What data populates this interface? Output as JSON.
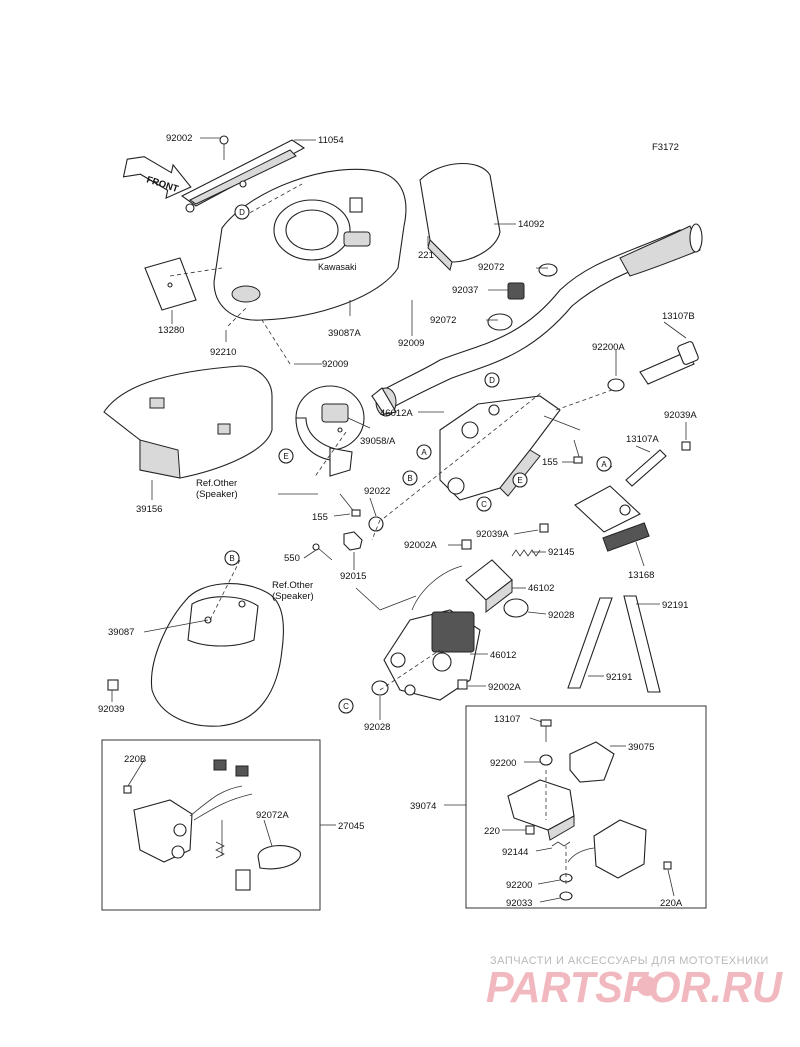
{
  "figure_code": "F3172",
  "front_arrow_label": "FRONT",
  "watermark": {
    "tagline": "ЗАПЧАСТИ И АКСЕССУАРЫ ДЛЯ МОТОТЕХНИКИ",
    "brand": "PARTSFOR.RU"
  },
  "labels": [
    {
      "id": "p92002",
      "text": "92002"
    },
    {
      "id": "p11054",
      "text": "11054"
    },
    {
      "id": "p14092",
      "text": "14092"
    },
    {
      "id": "p221",
      "text": "221"
    },
    {
      "id": "p92072_a",
      "text": "92072"
    },
    {
      "id": "p92037",
      "text": "92037"
    },
    {
      "id": "p92072_b",
      "text": "92072"
    },
    {
      "id": "p13280",
      "text": "13280"
    },
    {
      "id": "p39087A",
      "text": "39087A"
    },
    {
      "id": "p92009_a",
      "text": "92009"
    },
    {
      "id": "p92210",
      "text": "92210"
    },
    {
      "id": "p92009_b",
      "text": "92009"
    },
    {
      "id": "p13107B",
      "text": "13107B"
    },
    {
      "id": "p92200A",
      "text": "92200A"
    },
    {
      "id": "p46012A",
      "text": "46012A"
    },
    {
      "id": "p39058A",
      "text": "39058/A"
    },
    {
      "id": "p92039A_a",
      "text": "92039A"
    },
    {
      "id": "p13107A",
      "text": "13107A"
    },
    {
      "id": "p155_a",
      "text": "155"
    },
    {
      "id": "p39156",
      "text": "39156"
    },
    {
      "id": "p_refother_a1",
      "text": "Ref.Other"
    },
    {
      "id": "p_refother_a2",
      "text": "(Speaker)"
    },
    {
      "id": "p92022",
      "text": "92022"
    },
    {
      "id": "p155_b",
      "text": "155"
    },
    {
      "id": "p92039A_b",
      "text": "92039A"
    },
    {
      "id": "p13168",
      "text": "13168"
    },
    {
      "id": "p92002A_a",
      "text": "92002A"
    },
    {
      "id": "p92145",
      "text": "92145"
    },
    {
      "id": "p550",
      "text": "550"
    },
    {
      "id": "p92015",
      "text": "92015"
    },
    {
      "id": "p46102",
      "text": "46102"
    },
    {
      "id": "p_refother_b1",
      "text": "Ref.Other"
    },
    {
      "id": "p_refother_b2",
      "text": "(Speaker)"
    },
    {
      "id": "p92028_a",
      "text": "92028"
    },
    {
      "id": "p92191_a",
      "text": "92191"
    },
    {
      "id": "p39087",
      "text": "39087"
    },
    {
      "id": "p46012",
      "text": "46012"
    },
    {
      "id": "p92002A_b",
      "text": "92002A"
    },
    {
      "id": "p92191_b",
      "text": "92191"
    },
    {
      "id": "p92039",
      "text": "92039"
    },
    {
      "id": "p92028_b",
      "text": "92028"
    },
    {
      "id": "p220B",
      "text": "220B"
    },
    {
      "id": "p92072A",
      "text": "92072A"
    },
    {
      "id": "p27045",
      "text": "27045"
    },
    {
      "id": "p13107",
      "text": "13107"
    },
    {
      "id": "p39075",
      "text": "39075"
    },
    {
      "id": "p92200_a",
      "text": "92200"
    },
    {
      "id": "p39074",
      "text": "39074"
    },
    {
      "id": "p220",
      "text": "220"
    },
    {
      "id": "p92144",
      "text": "92144"
    },
    {
      "id": "p92200_b",
      "text": "92200"
    },
    {
      "id": "p220A",
      "text": "220A"
    },
    {
      "id": "p92033",
      "text": "92033"
    }
  ],
  "callouts": [
    {
      "id": "c_D_a",
      "text": "D"
    },
    {
      "id": "c_D_b",
      "text": "D"
    },
    {
      "id": "c_A_a",
      "text": "A"
    },
    {
      "id": "c_B_a",
      "text": "B"
    },
    {
      "id": "c_E_a",
      "text": "E"
    },
    {
      "id": "c_C_a",
      "text": "C"
    },
    {
      "id": "c_E_b",
      "text": "E"
    },
    {
      "id": "c_A_b",
      "text": "A"
    },
    {
      "id": "c_B_b",
      "text": "B"
    },
    {
      "id": "c_C_b",
      "text": "C"
    }
  ]
}
